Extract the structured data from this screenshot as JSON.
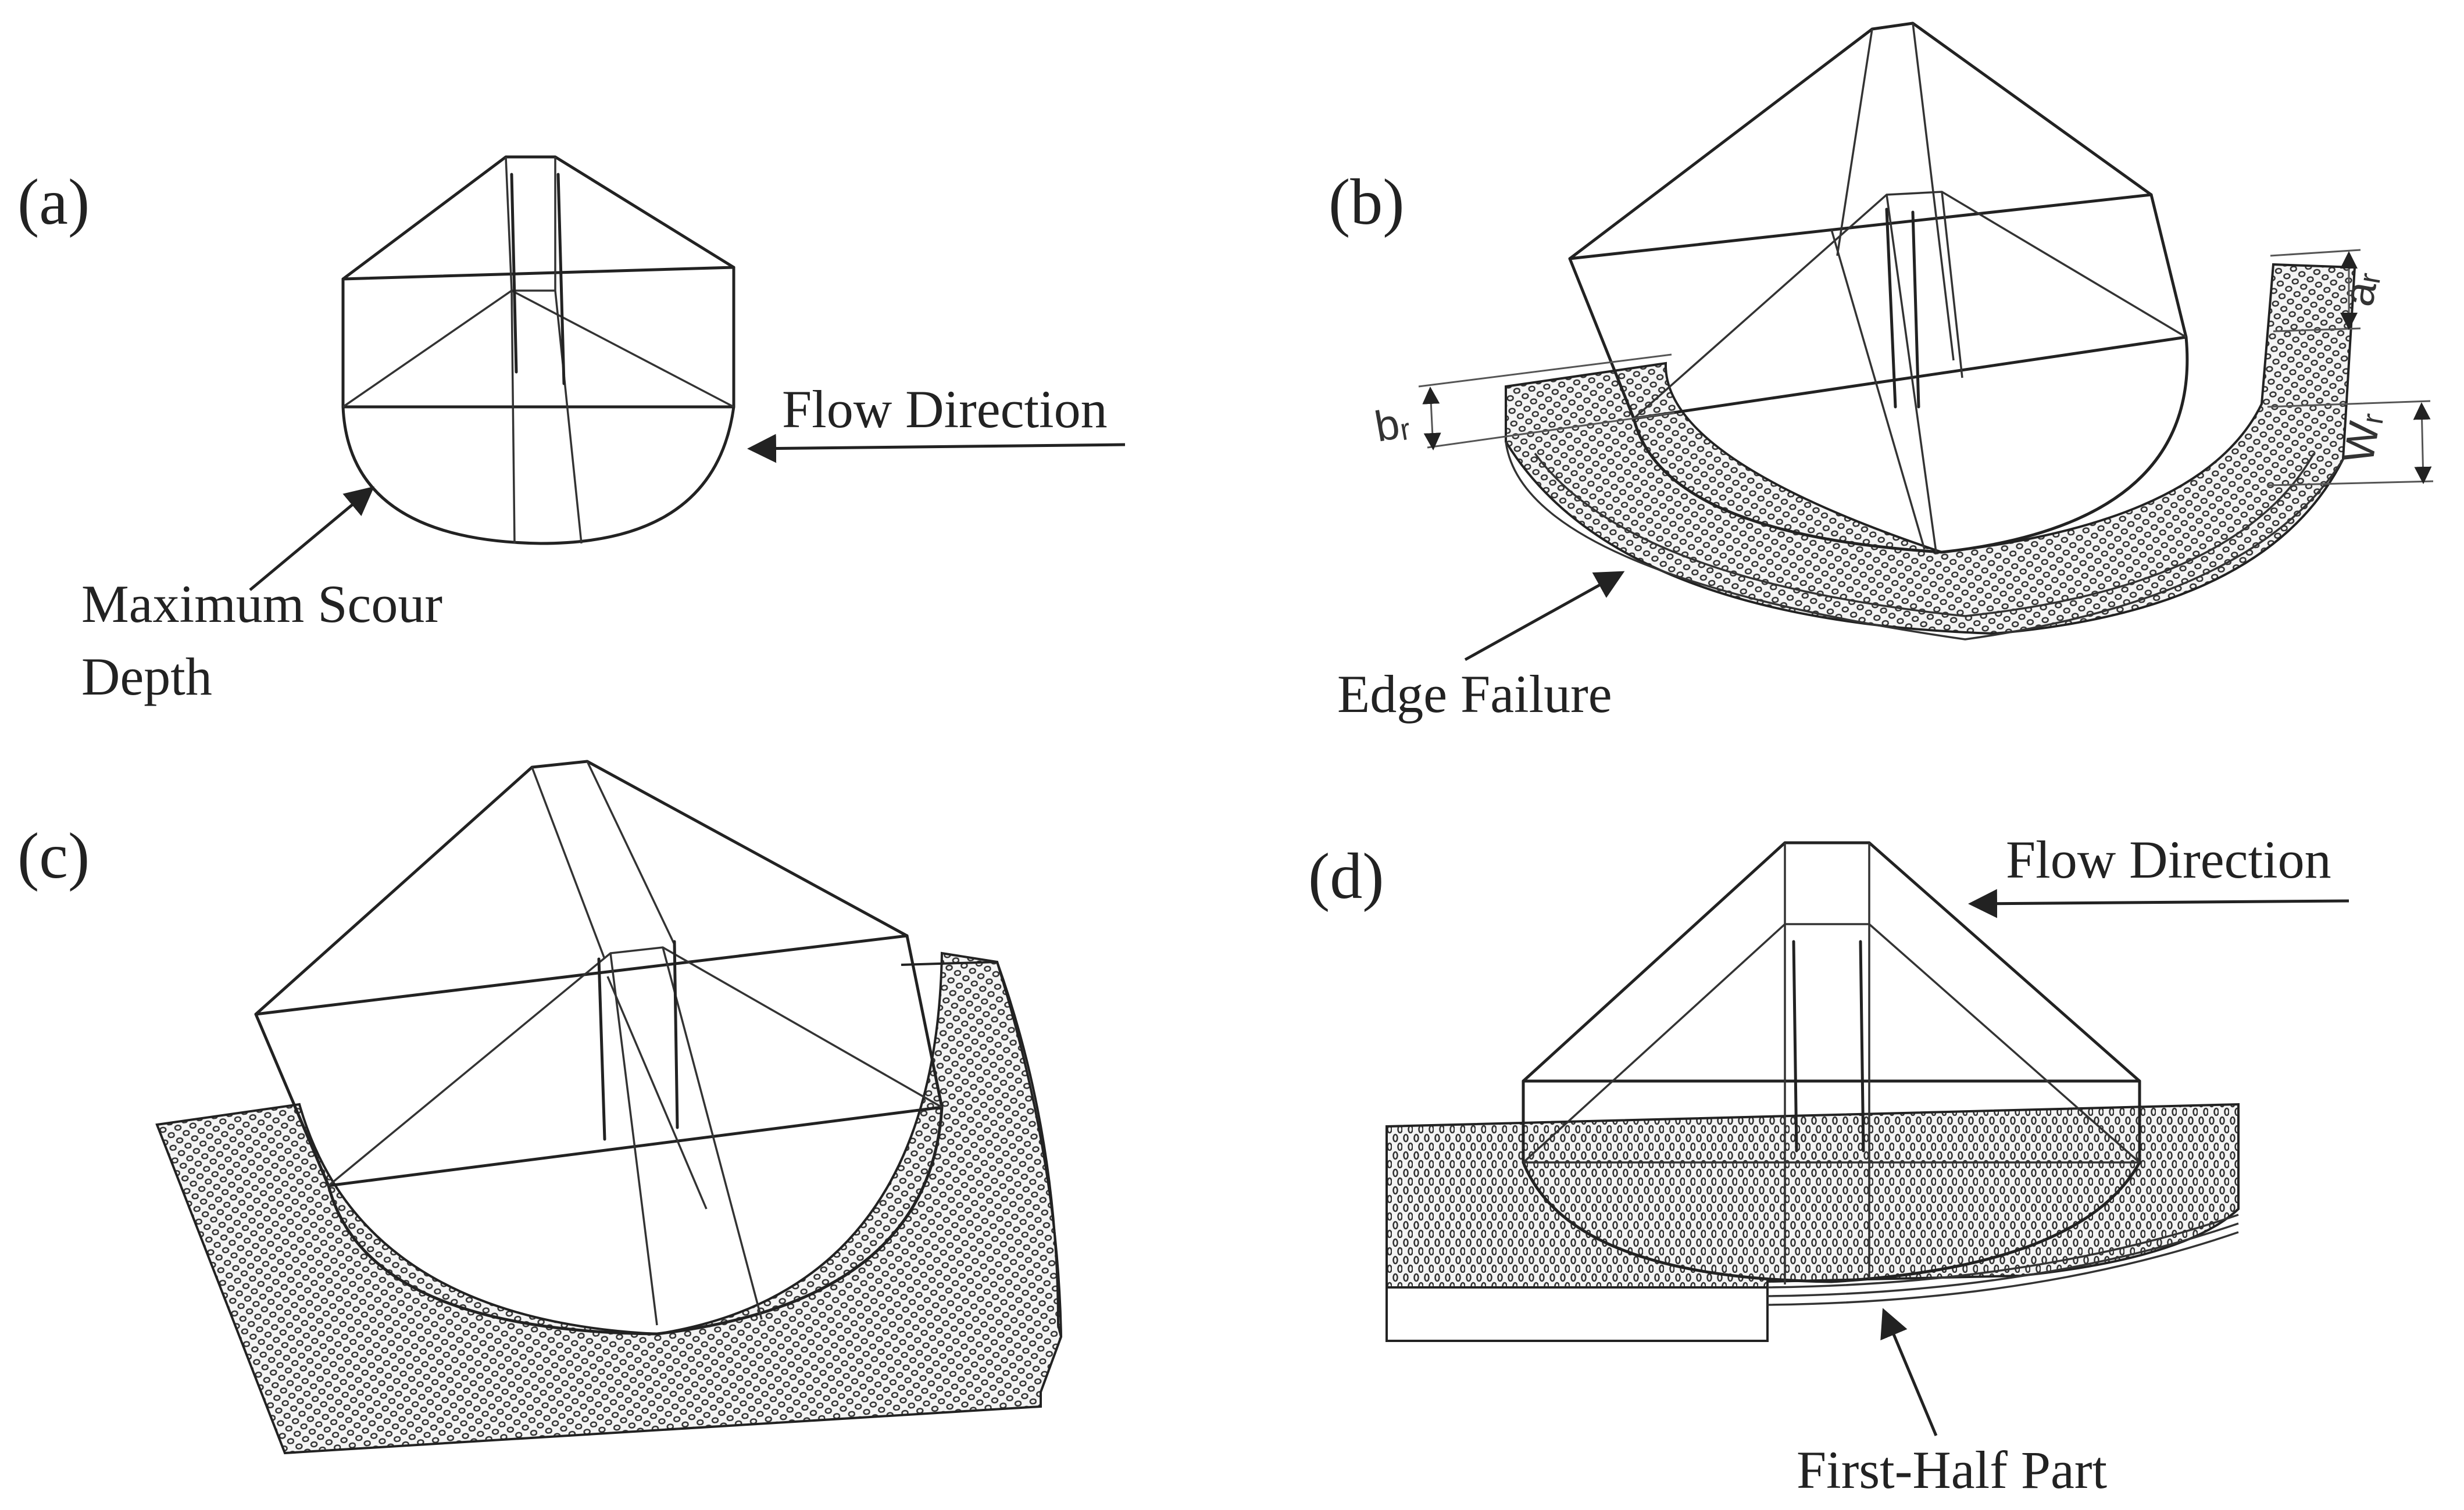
{
  "panels": {
    "a": {
      "label": "(a)",
      "annotation_flow": "Flow Direction",
      "annotation_scour_line1": "Maximum Scour",
      "annotation_scour_line2": "Depth"
    },
    "b": {
      "label": "(b)",
      "annotation_edge": "Edge Failure",
      "dim_a": "aᵣ",
      "dim_b": "bᵣ",
      "dim_w": "Wᵣ"
    },
    "c": {
      "label": "(c)"
    },
    "d": {
      "label": "(d)",
      "annotation_flow": "Flow Direction",
      "annotation_first_half": "First-Half Part"
    }
  }
}
